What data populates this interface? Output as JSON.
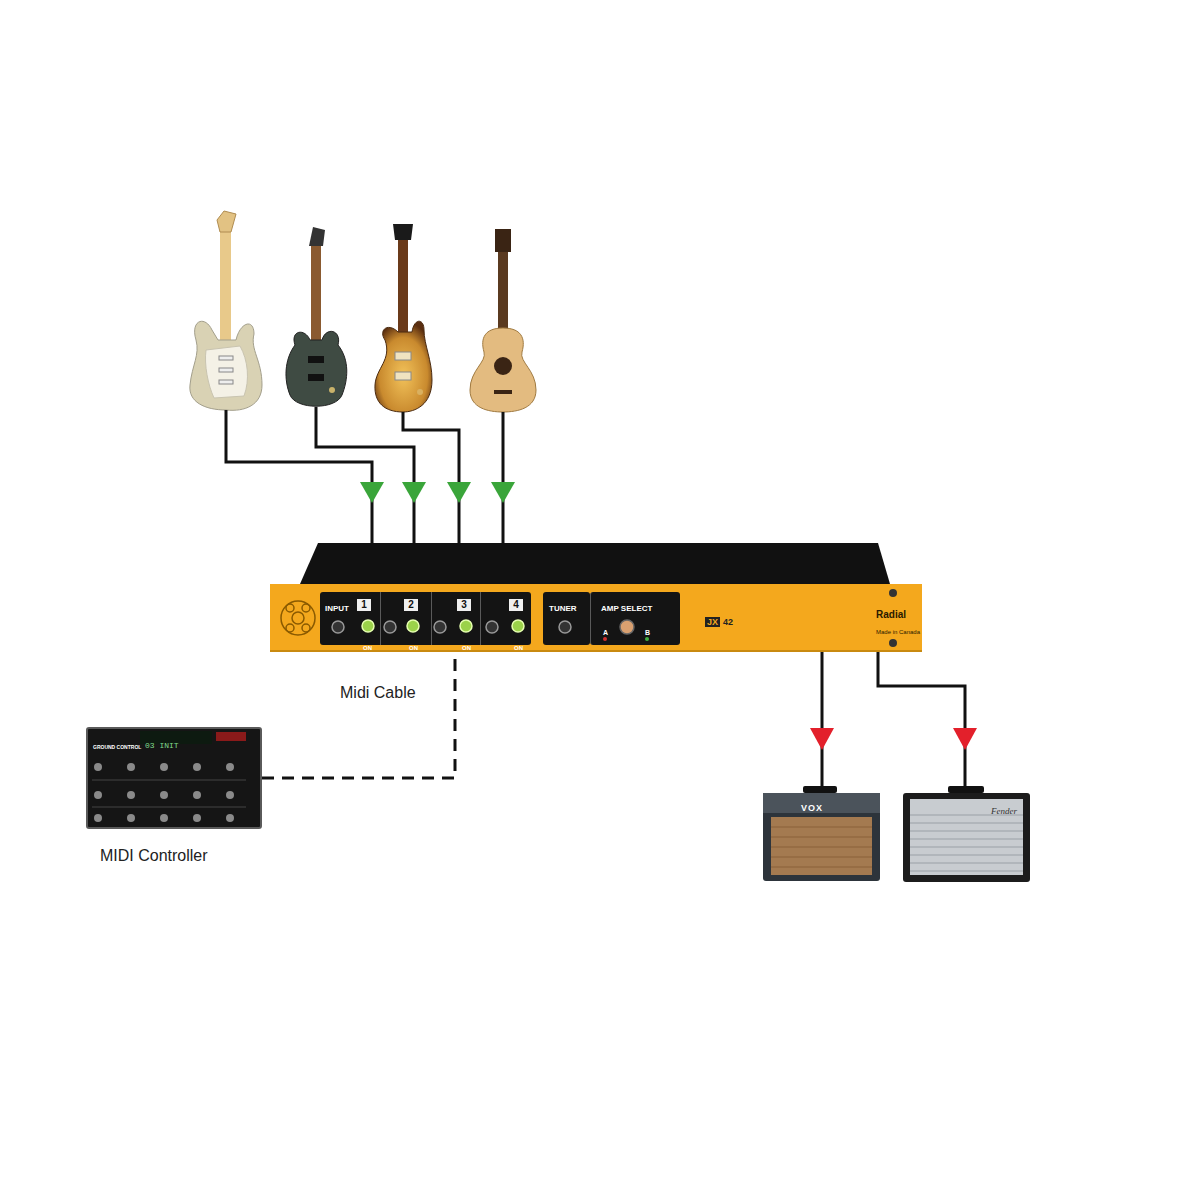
{
  "diagram": {
    "nodes": [
      {
        "text": [
          "JX",
          "42",
          "Radial",
          "Made in Canada"
        ]
      },
      {
        "text": [
          "INPUT"
        ],
        "in": 0
      },
      {
        "text": [
          "1",
          "ON"
        ],
        "in": 1
      },
      {
        "text": [
          "2",
          "ON"
        ],
        "in": 1
      },
      {
        "text": [
          "3",
          "ON"
        ],
        "in": 1
      },
      {
        "text": [
          "4",
          "ON"
        ],
        "in": 1
      },
      {
        "text": [
          "TUNER"
        ],
        "in": 0
      },
      {
        "text": [
          "AMP SELECT",
          "A",
          "B"
        ],
        "in": 0
      },
      {
        "text": [
          "GROUND CONTROL",
          "03 INIT",
          "MIDI Controller"
        ]
      },
      {
        "text": [
          "VOX"
        ]
      },
      {
        "text": [
          "Fender"
        ]
      }
    ],
    "edges": [
      {
        "from": 8,
        "to": 0,
        "label": "Midi Cable",
        "arrow": "none"
      },
      {
        "from": 0,
        "to": 9,
        "arrow": "to"
      },
      {
        "from": 0,
        "to": 10,
        "arrow": "to"
      }
    ]
  }
}
